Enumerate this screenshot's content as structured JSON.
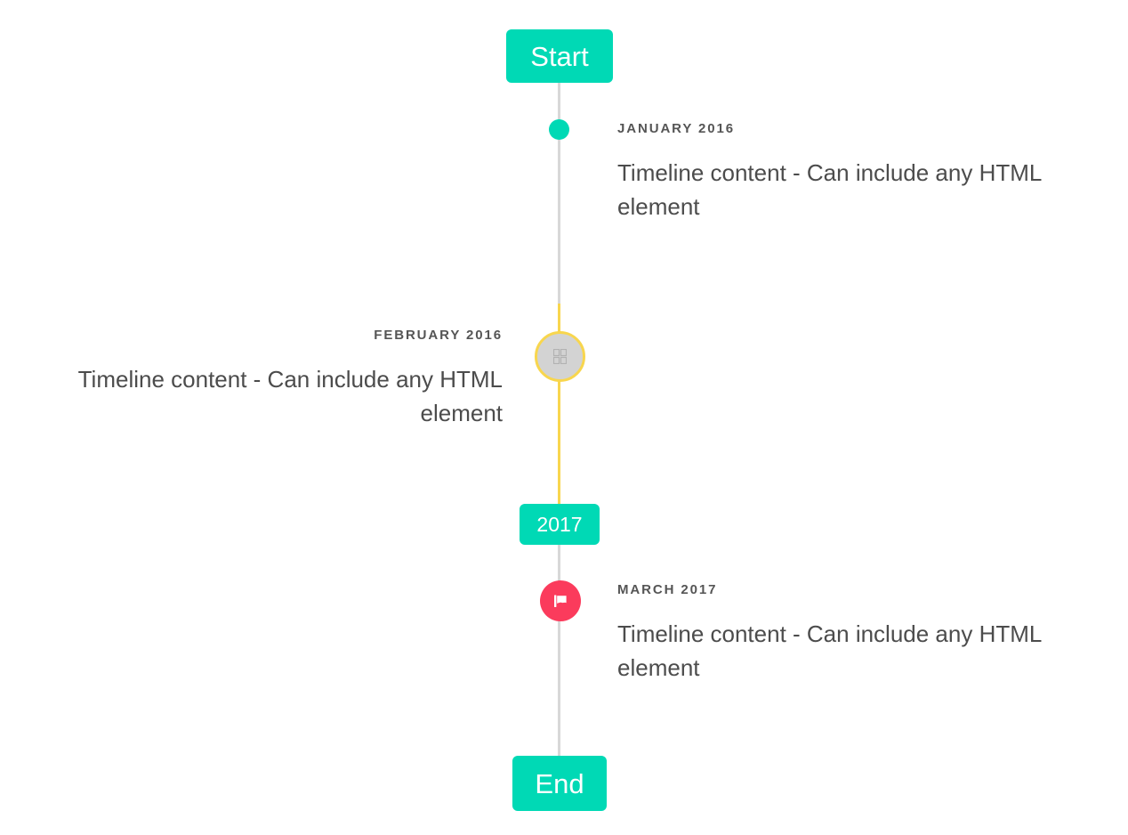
{
  "timeline": {
    "start_label": "Start",
    "end_label": "End",
    "year_divider_label": "2017",
    "colors": {
      "accent_teal": "#00D9B5",
      "line_gray": "#d8d8d8",
      "line_yellow": "#F8D64E",
      "marker_gray": "#d3d3d3",
      "marker_pink": "#FB3B5C",
      "date_text": "#555555",
      "body_text": "#4c4c4c",
      "background": "#ffffff"
    },
    "events": [
      {
        "date": "JANUARY 2016",
        "body": "Timeline content - Can include any HTML element",
        "side": "right",
        "marker": "dot-teal",
        "icon": ""
      },
      {
        "date": "FEBRUARY 2016",
        "body": "Timeline content - Can include any HTML element",
        "side": "left",
        "marker": "circle-yellow-ring",
        "icon": "missing-glyph-icon"
      },
      {
        "date": "MARCH 2017",
        "body": "Timeline content - Can include any HTML element",
        "side": "right",
        "marker": "circle-pink",
        "icon": "flag-icon"
      }
    ]
  }
}
